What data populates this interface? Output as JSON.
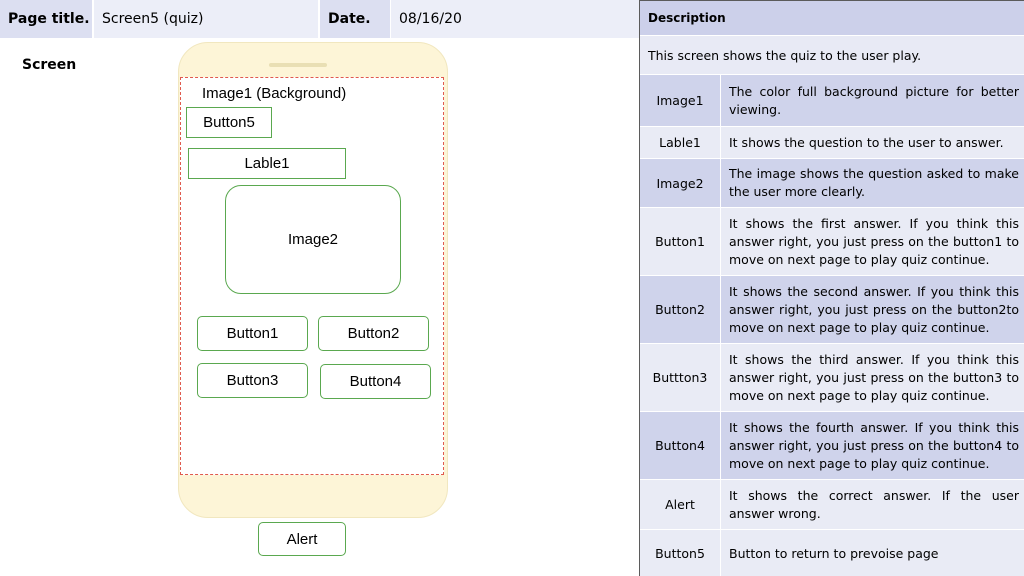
{
  "header": {
    "page_title_label": "Page title.",
    "page_title_value": "Screen5 (quiz)",
    "date_label": "Date.",
    "date_value": "08/16/20"
  },
  "screen_label": "Screen",
  "mockup": {
    "background_label": "Image1 (Background)",
    "button5": "Button5",
    "lable1": "Lable1",
    "image2": "Image2",
    "button1": "Button1",
    "button2": "Button2",
    "button3": "Button3",
    "button4": "Button4",
    "alert": "Alert"
  },
  "description": {
    "header": "Description",
    "intro": "This screen shows the quiz to the user play.",
    "rows": [
      {
        "name": "Image1",
        "text": "The color full  background picture for better viewing."
      },
      {
        "name": "Lable1",
        "text": "It shows the question  to the user to answer."
      },
      {
        "name": "Image2",
        "text": "The image shows the question asked to make the user more clearly."
      },
      {
        "name": "Button1",
        "text": "It shows the first answer. If you think  this answer right, you just press on  the button1 to move on next page to play quiz continue."
      },
      {
        "name": "Button2",
        "text": "It shows the second answer. If you think  this answer right, you just press on  the button2to move on next page to play quiz continue."
      },
      {
        "name": "Buttton3",
        "text": "It shows the third answer. If you think  this answer right, you just press on  the button3 to move on next page to play quiz continue."
      },
      {
        "name": "Button4",
        "text": "It shows the fourth answer. If you think  this answer right, you just press on  the button4 to move on next page to play quiz continue."
      },
      {
        "name": "Alert",
        "text": "It  shows  the  correct  answer.  If  the  user answer wrong."
      },
      {
        "name": "Button5",
        "text": "Button to return to prevoise page"
      }
    ]
  },
  "colors": {
    "header_label_bg": "#dcdff1",
    "header_value_bg": "#eceef8",
    "mockup_border": "#5aa84f",
    "screen_dashed_border": "#e05a4e",
    "phone_body": "#fdf5d7",
    "table_dark_row": "#cfd3eb",
    "table_light_row": "#e9ebf5"
  }
}
